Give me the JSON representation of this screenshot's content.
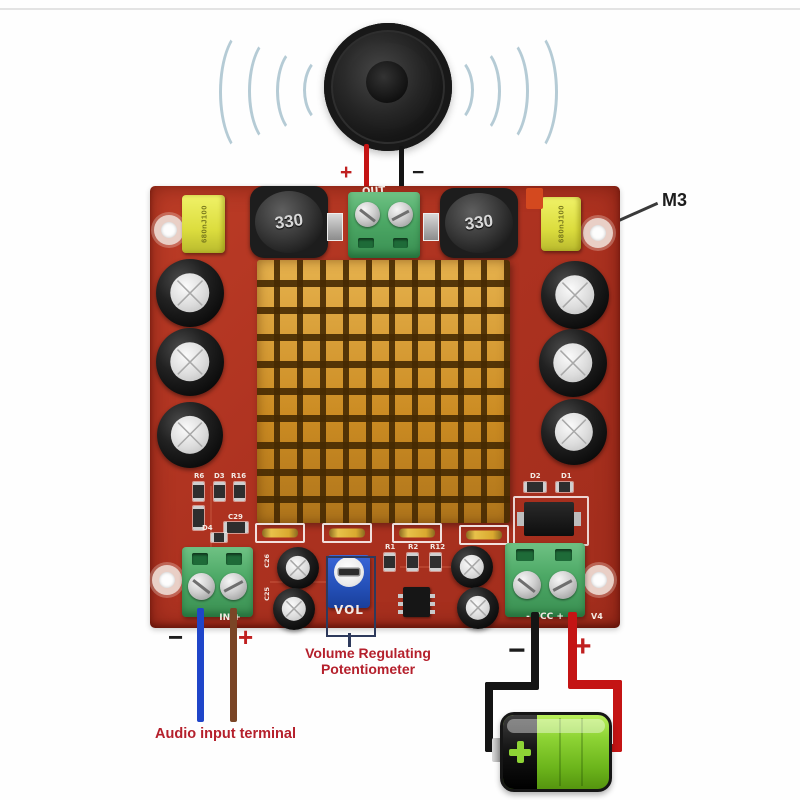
{
  "annotations": {
    "m3": "M3",
    "out_plus": "+",
    "out_minus": "−",
    "in_minus": "−",
    "in_plus": "+",
    "vcc_minus": "−",
    "vcc_plus": "+",
    "vol_callout": "Volume Regulating Potentiometer",
    "audio_input": "Audio input terminal"
  },
  "silkscreen": {
    "out": "OUT",
    "in_row": "IN +",
    "vcc_row": "- VCC +",
    "v4": "V4",
    "vol": "VOL",
    "r1": "R1",
    "r2": "R2",
    "r12": "R12",
    "r6": "R6",
    "d3": "D3",
    "r16": "R16",
    "c29": "C29",
    "d4": "D4",
    "d2": "D2",
    "d1": "D1",
    "c26": "C26",
    "c25": "C25"
  },
  "components": {
    "inductor_value": "330",
    "film_cap_value": "680nJ100"
  },
  "colors": {
    "pcb_red": "#ab3120",
    "heatsink_gold": "#d1932a",
    "terminal_green": "#4ca865",
    "battery_green": "#8ed435",
    "wire_red": "#c41414",
    "wire_black": "#141414",
    "wire_blue": "#1f45c9",
    "wire_brown": "#7a4526",
    "annotation_red": "#b5202c",
    "sound_wave": "#a9c3cf"
  }
}
